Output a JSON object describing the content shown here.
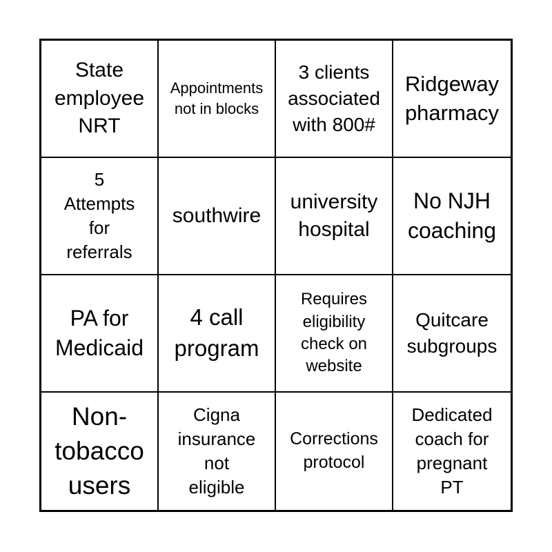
{
  "card": {
    "type": "bingo-card",
    "grid_size": "4x4",
    "background_color": "#ffffff",
    "border_color": "#000000",
    "text_color": "#000000",
    "rows": [
      [
        "State\nemployee\nNRT",
        "Appointments\nnot in blocks",
        "3 clients\nassociated\nwith 800#",
        "Ridgeway\npharmacy"
      ],
      [
        "5\nAttempts\nfor\nreferrals",
        "southwire",
        "university\nhospital",
        "No NJH\ncoaching"
      ],
      [
        "PA for\nMedicaid",
        "4 call\nprogram",
        "Requires\neligibility\ncheck on\nwebsite",
        "Quitcare\nsubgroups"
      ],
      [
        "Non-\ntobacco\nusers",
        "Cigna\ninsurance\nnot\neligible",
        "Corrections\nprotocol",
        "Dedicated\ncoach for\npregnant\nPT"
      ]
    ]
  }
}
